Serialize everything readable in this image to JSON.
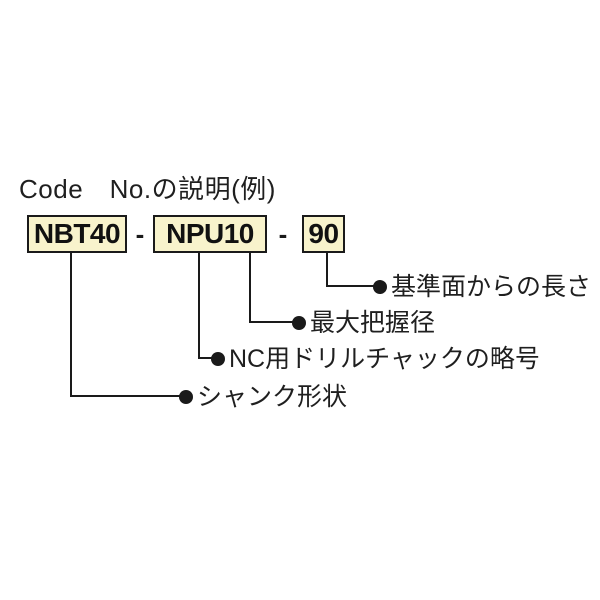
{
  "page": {
    "background": "#ffffff",
    "line_color": "#1a1a1a",
    "text_color": "#1f1f1f"
  },
  "title": "Code　No.の説明(例)",
  "code": {
    "separator": "-",
    "box_fill": "#f8f3cc",
    "box_border": "#1a1a1a",
    "segments": [
      {
        "label": "NBT40"
      },
      {
        "label": "NPU10"
      },
      {
        "label": "90"
      }
    ]
  },
  "annotations": [
    {
      "text": "基準面からの長さ",
      "points_to": "90"
    },
    {
      "text": "最大把握径",
      "points_to": "NPU10"
    },
    {
      "text": "NC用ドリルチャックの略号",
      "points_to": "NPU10"
    },
    {
      "text": "シャンク形状",
      "points_to": "NBT40"
    }
  ]
}
